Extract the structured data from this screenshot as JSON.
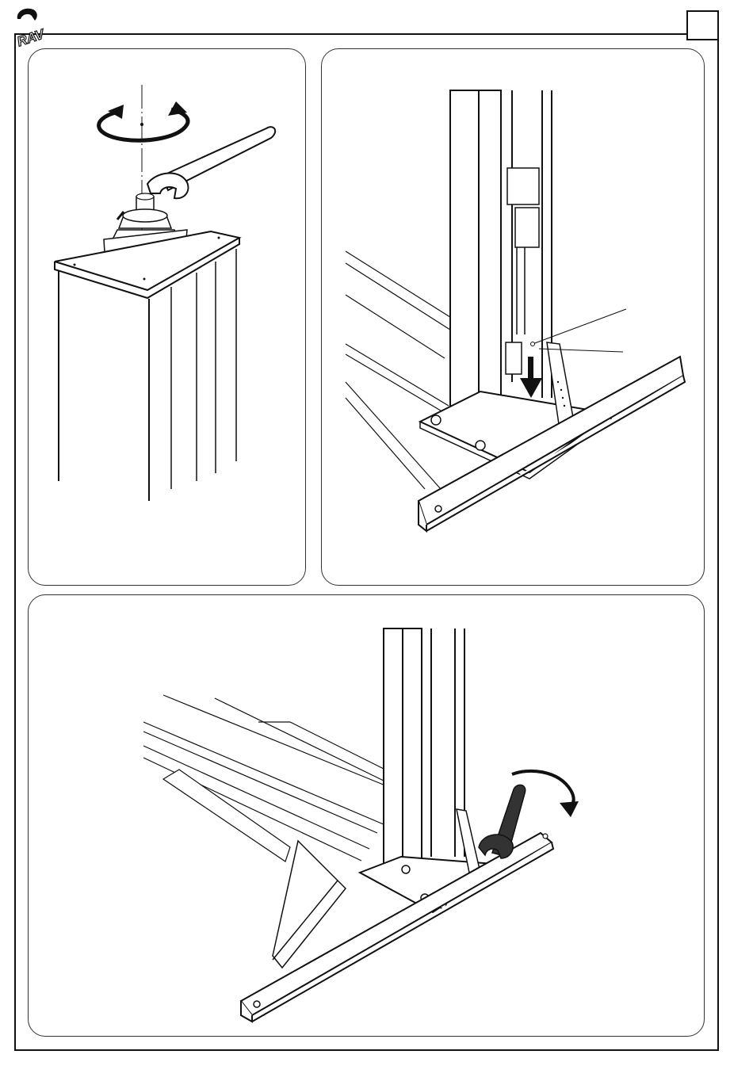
{
  "brand": {
    "logo_text": "RAV",
    "line_color": "#111111"
  },
  "page_number_box": "",
  "panels": [
    {
      "id": "figure-1",
      "icons": [
        "wrench-icon",
        "rotate-arrow-icon",
        "column-top-plate"
      ]
    },
    {
      "id": "figure-2",
      "icons": [
        "column-base",
        "down-arrow-icon",
        "leader-lines"
      ]
    },
    {
      "id": "figure-3",
      "icons": [
        "column-base-frame",
        "wrench-icon",
        "rotate-arrow-icon"
      ]
    }
  ]
}
